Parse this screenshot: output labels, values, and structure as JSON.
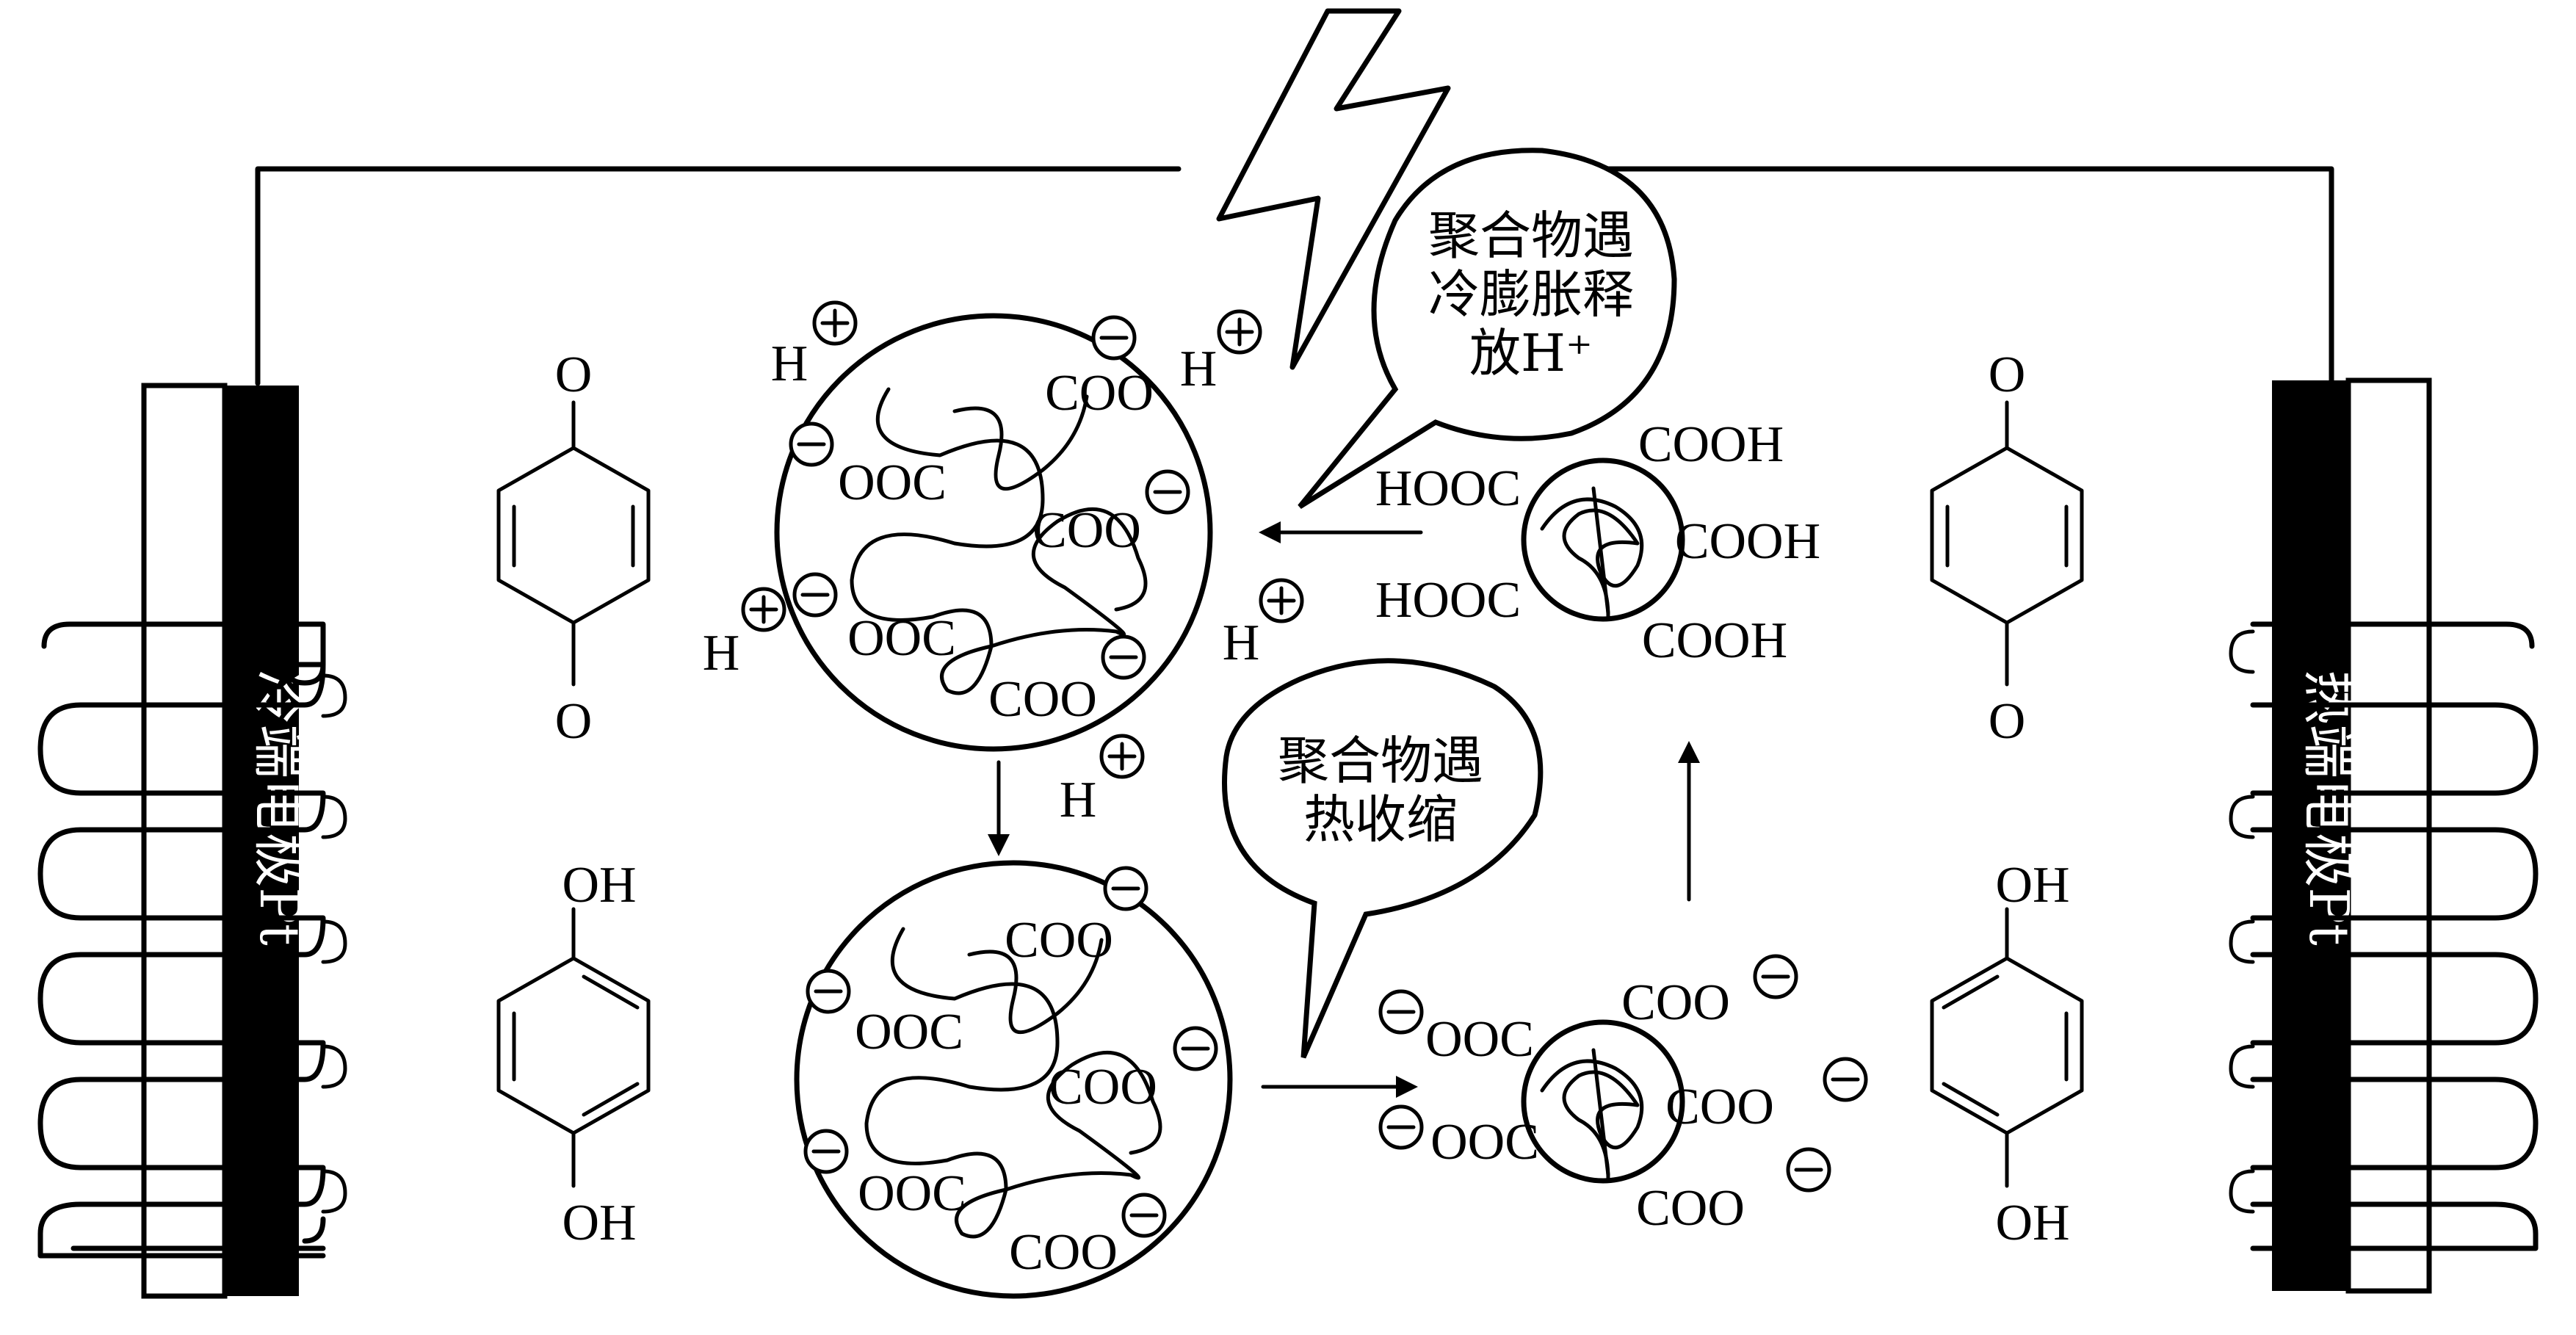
{
  "labels": {
    "cold_electrode": "冷端电极Pt",
    "hot_electrode": "热端电极Pt",
    "bubble_release": [
      "聚合物遇",
      "冷膨胀释",
      "放H⁺"
    ],
    "bubble_shrink": [
      "聚合物遇",
      "热收缩"
    ]
  },
  "chem": {
    "H": "H",
    "O": "O",
    "OH": "OH",
    "COO": "COO",
    "OOC": "OOC",
    "COOH": "COOH",
    "HOOC": "HOOC"
  },
  "colors": {
    "line": "#000000",
    "electrode_dark": "#000000",
    "background": "#ffffff"
  },
  "icons": {
    "lightning": "lightning-bolt-icon",
    "cation": "plus-in-circle",
    "anion": "minus-in-circle"
  }
}
